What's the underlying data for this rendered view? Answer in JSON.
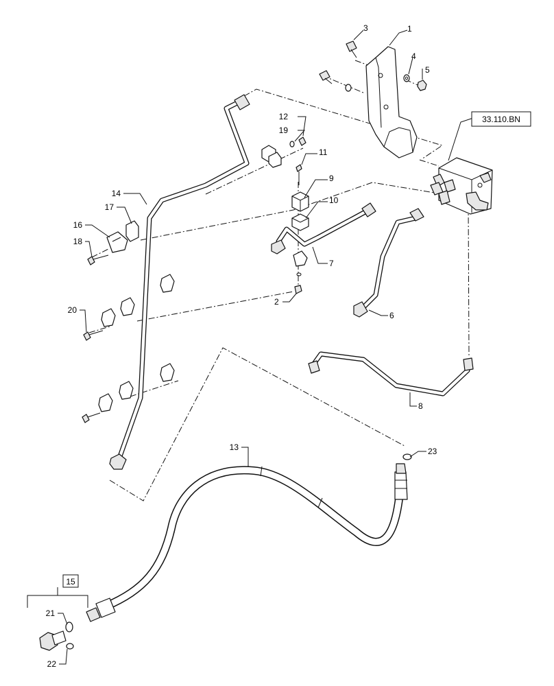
{
  "diagram": {
    "reference_box": "33.110.BN",
    "group_box": "15",
    "callouts": {
      "c1": "1",
      "c2": "2",
      "c3": "3",
      "c4": "4",
      "c5": "5",
      "c6": "6",
      "c7": "7",
      "c8": "8",
      "c9": "9",
      "c10": "10",
      "c11": "11",
      "c12": "12",
      "c13": "13",
      "c14": "14",
      "c16": "16",
      "c17": "17",
      "c18": "18",
      "c19": "19",
      "c20": "20",
      "c21": "21",
      "c22": "22",
      "c23": "23"
    }
  }
}
